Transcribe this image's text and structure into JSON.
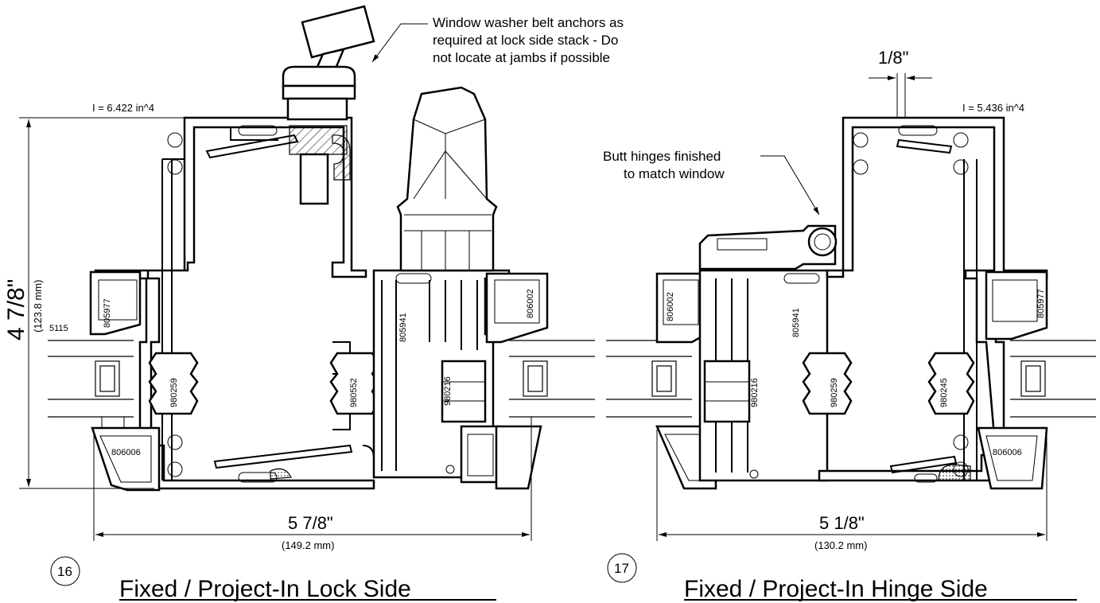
{
  "left_detail": {
    "number": "16",
    "title": "Fixed / Project-In Lock Side",
    "inertia": "I = 6.422 in^4",
    "height_dim": "4 7/8\"",
    "height_mm": "(123.8 mm)",
    "width_dim": "5 7/8\"",
    "width_mm": "(149.2 mm)",
    "note": [
      "Window washer belt anchors as",
      "required at lock side stack - Do",
      "not locate at jambs if possible"
    ],
    "parts": [
      "805977",
      "5115",
      "980259",
      "806006",
      "980552",
      "805941",
      "980216",
      "806002"
    ]
  },
  "right_detail": {
    "number": "17",
    "title": "Fixed / Project-In Hinge Side",
    "inertia": "I = 5.436 in^4",
    "gap_dim": "1/8\"",
    "width_dim": "5 1/8\"",
    "width_mm": "(130.2 mm)",
    "note": [
      "Butt hinges finished",
      "to match window"
    ],
    "parts": [
      "806002",
      "980216",
      "805941",
      "980259",
      "980245",
      "805977",
      "806006"
    ]
  },
  "colors": {
    "line": "#000000",
    "background": "#ffffff"
  }
}
